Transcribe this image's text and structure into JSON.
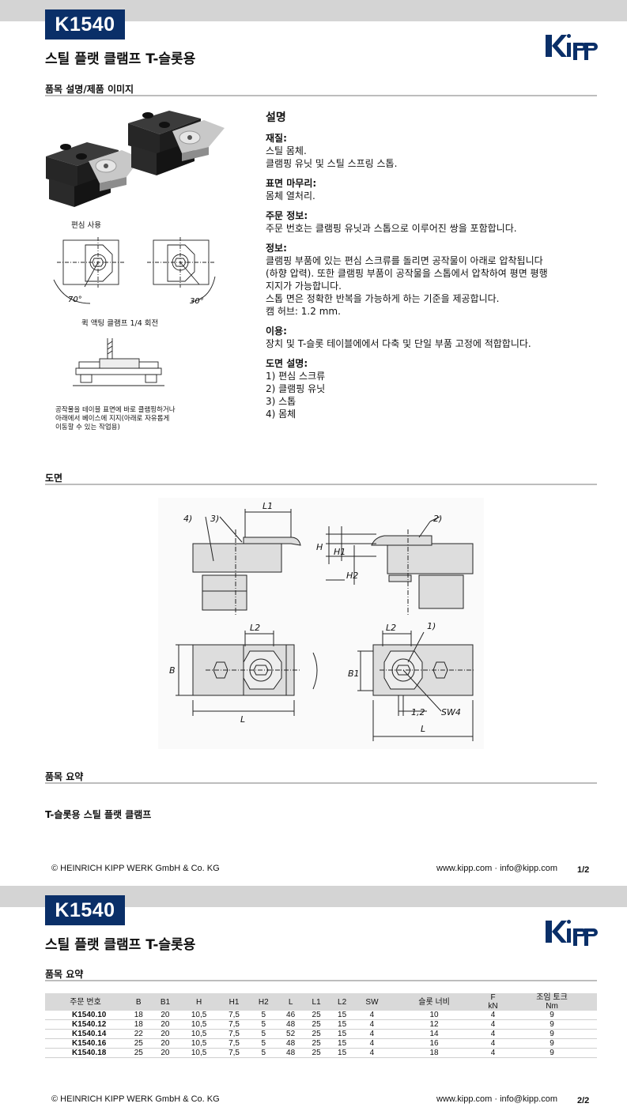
{
  "pages": [
    {
      "code": "K1540",
      "title": "스틸 플랫 클램프 T-슬롯용",
      "page_no": "1/2"
    },
    {
      "code": "K1540",
      "title": "스틸 플랫 클램프 T-슬롯용",
      "page_no": "2/2"
    }
  ],
  "sections": {
    "description_image": "품목 설명/제품 이미지",
    "drawing": "도면",
    "summary": "품목 요약",
    "summary2": "품목 요약"
  },
  "image_captions": {
    "eccentric": "편심 사용",
    "angle70": "70°",
    "angle30": "30°",
    "quarter_turn": "퀵 액팅 클램프 1/4 회전",
    "mounting_note": "공작물을 테이블 표면에 바로 클램핑하거나\n아래에서 베이스에 지지(아래로 자유롭게\n이동할 수 있는 작업용)"
  },
  "description": {
    "heading": "설명",
    "blocks": [
      {
        "label": "재질:",
        "text": "스틸 몸체.\n클램핑 유닛 및 스틸 스프링 스톱."
      },
      {
        "label": "표면 마무리:",
        "text": "몸체 열처리."
      },
      {
        "label": "주문 정보:",
        "text": "주문 번호는 클램핑 유닛과 스톱으로 이루어진 쌍을 포함합니다."
      },
      {
        "label": "정보:",
        "text": "클램핑 부품에 있는 편심 스크류를 돌리면 공작물이 아래로 압착됩니다\n(하향 압력). 또한 클램핑 부품이 공작물을 스톱에서 압착하여 평면 평행\n지지가 가능합니다.\n스톱 면은 정확한 반복을 가능하게 하는 기준을 제공합니다.\n캠 허브: 1.2 mm."
      },
      {
        "label": "이용:",
        "text": "장치 및 T-슬롯 테이블에에서 다축 및 단일 부품 고정에 적합합니다."
      },
      {
        "label": "도면 설명:",
        "text": "1) 편심 스크류\n2) 클램핑 유닛\n3) 스톱\n4) 몸체"
      }
    ]
  },
  "drawing_labels": {
    "n1": "1)",
    "n2": "2)",
    "n3": "3)",
    "n4": "4)",
    "L": "L",
    "L1": "L1",
    "L2": "L2",
    "B": "B",
    "B1": "B1",
    "H": "H",
    "H1": "H1",
    "H2": "H2",
    "c12": "1,2",
    "SW4": "SW4"
  },
  "summary_text": "T-슬롯용 스틸 플랫 클램프",
  "footer": {
    "company": "© HEINRICH KIPP WERK GmbH & Co. KG",
    "contact": "www.kipp.com · info@kipp.com"
  },
  "table": {
    "headers": [
      "주문 번호",
      "B",
      "B1",
      "H",
      "H1",
      "H2",
      "L",
      "L1",
      "L2",
      "SW",
      "슬롯 너비",
      "F",
      "조임 토크"
    ],
    "units": [
      "",
      "",
      "",
      "",
      "",
      "",
      "",
      "",
      "",
      "",
      "",
      "kN",
      "Nm"
    ],
    "rows": [
      [
        "K1540.10",
        "18",
        "20",
        "10,5",
        "7,5",
        "5",
        "46",
        "25",
        "15",
        "4",
        "10",
        "4",
        "9"
      ],
      [
        "K1540.12",
        "18",
        "20",
        "10,5",
        "7,5",
        "5",
        "48",
        "25",
        "15",
        "4",
        "12",
        "4",
        "9"
      ],
      [
        "K1540.14",
        "22",
        "20",
        "10,5",
        "7,5",
        "5",
        "52",
        "25",
        "15",
        "4",
        "14",
        "4",
        "9"
      ],
      [
        "K1540.16",
        "25",
        "20",
        "10,5",
        "7,5",
        "5",
        "48",
        "25",
        "15",
        "4",
        "16",
        "4",
        "9"
      ],
      [
        "K1540.18",
        "25",
        "20",
        "10,5",
        "7,5",
        "5",
        "48",
        "25",
        "15",
        "4",
        "18",
        "4",
        "9"
      ]
    ]
  },
  "colors": {
    "brand": "#0a2f68",
    "band": "#d4d4d4",
    "rule": "#bdbdbd"
  }
}
